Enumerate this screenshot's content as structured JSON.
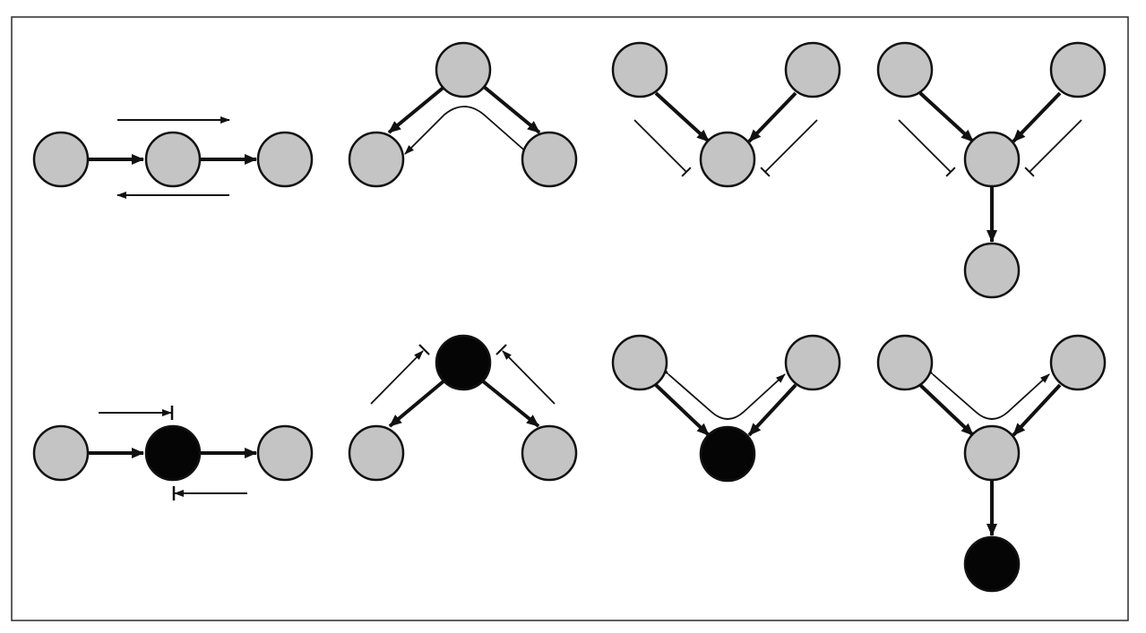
{
  "colors": {
    "background": "#ffffff",
    "frame": "#2a2a2a",
    "node_fill_gray": "#c4c4c4",
    "node_fill_black": "#050505",
    "node_stroke": "#111111",
    "edge": "#111111"
  },
  "panels": [
    {
      "name": "chain",
      "row": "top",
      "observed": [],
      "flow": "both-directions"
    },
    {
      "name": "fork",
      "row": "top",
      "observed": [],
      "flow": "between-children"
    },
    {
      "name": "collider",
      "row": "top",
      "observed": [],
      "flow": "blocked"
    },
    {
      "name": "collider-descendant",
      "row": "top",
      "observed": [],
      "flow": "blocked"
    },
    {
      "name": "chain",
      "row": "bottom",
      "observed": [
        "middle"
      ],
      "flow": "blocked"
    },
    {
      "name": "fork",
      "row": "bottom",
      "observed": [
        "parent"
      ],
      "flow": "blocked"
    },
    {
      "name": "collider",
      "row": "bottom",
      "observed": [
        "collider"
      ],
      "flow": "between-parents"
    },
    {
      "name": "collider-descendant",
      "row": "bottom",
      "observed": [
        "descendant"
      ],
      "flow": "between-parents"
    }
  ]
}
